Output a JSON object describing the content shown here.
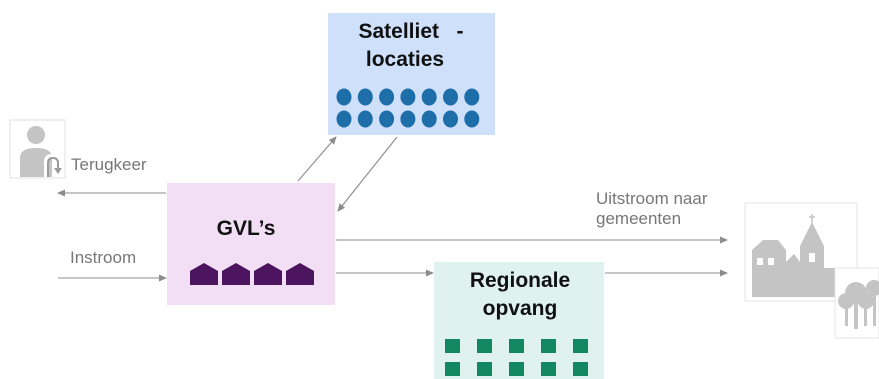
{
  "nodes": {
    "satellite": {
      "title_line1": "Satelliet   -",
      "title_line2": "locaties",
      "fill": "#cfe0fb",
      "marker_color": "#1e6ea9",
      "marker_count": 14
    },
    "gvl": {
      "title": "GVL’s",
      "fill": "#f3dff5",
      "marker_color": "#4d1460",
      "marker_count": 4
    },
    "regional": {
      "title_line1": "Regionale",
      "title_line2": "opvang",
      "fill": "#dff2ee",
      "marker_color": "#128760",
      "marker_count": 10
    }
  },
  "labels": {
    "return": "Terugkeer",
    "inflow": "Instroom",
    "outflow_line1": "Uitstroom naar",
    "outflow_line2": "gemeenten"
  },
  "icons": {
    "return_person": "person-return-icon",
    "village": "village-church-icon",
    "trees": "trees-icon"
  },
  "colors": {
    "arrow": "#8c8c8c",
    "label": "#777777",
    "icon_gray": "#c4c4c4"
  }
}
